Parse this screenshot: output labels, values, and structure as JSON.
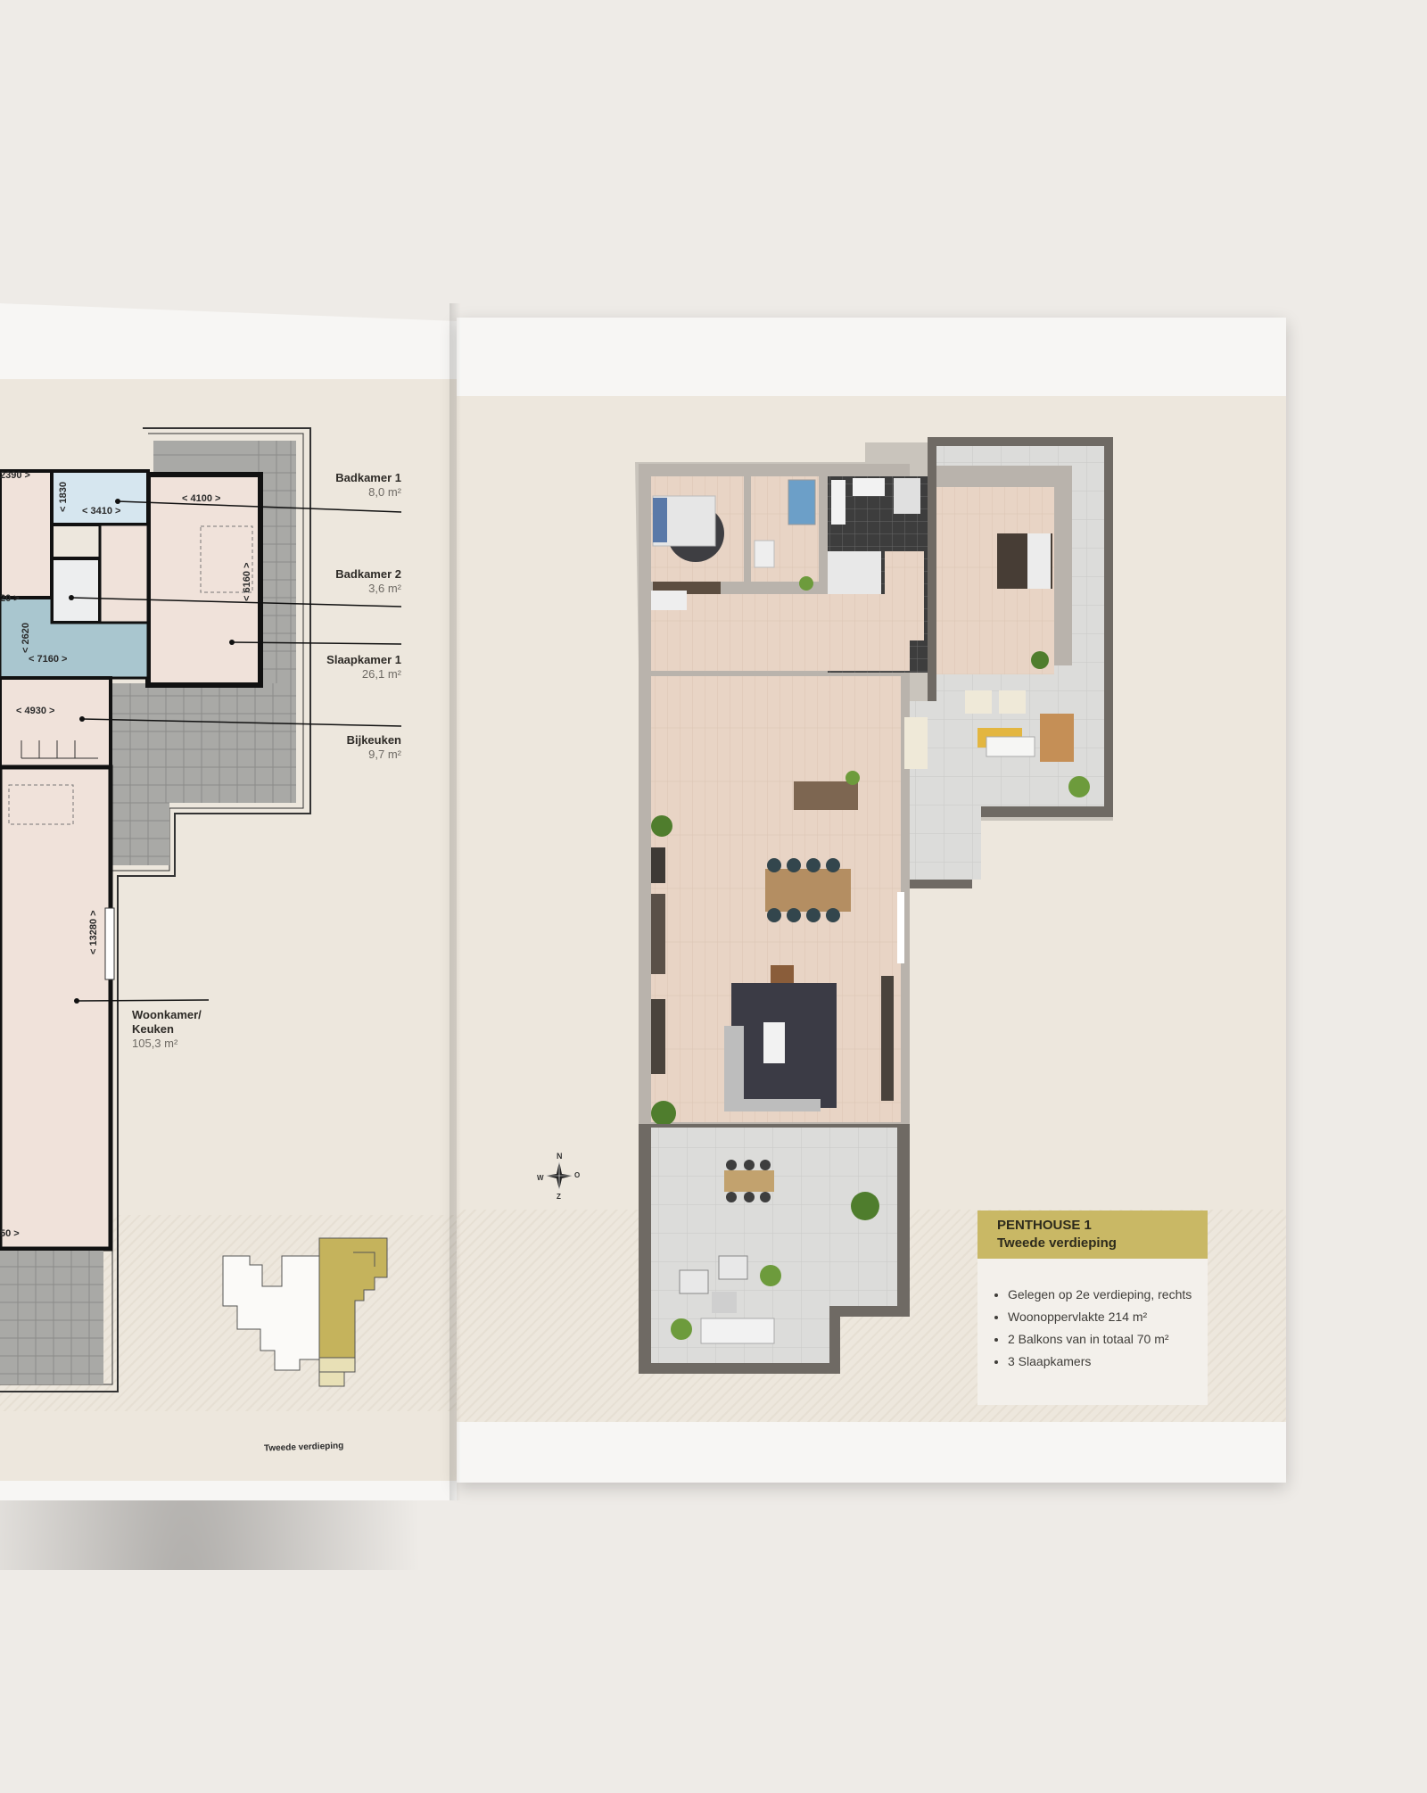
{
  "left_page": {
    "rooms": [
      {
        "name": "Badkamer 1",
        "area": "8,0 m²"
      },
      {
        "name": "Badkamer 2",
        "area": "3,6 m²"
      },
      {
        "name": "Slaapkamer 1",
        "area": "26,1 m²"
      },
      {
        "name": "Bijkeuken",
        "area": "9,7 m²"
      },
      {
        "name": "Woonkamer/",
        "name2": "Keuken",
        "area": "105,3 m²"
      }
    ],
    "dimensions": {
      "d2390": "2390 >",
      "d1830": "< 1830",
      "d3410": "< 3410 >",
      "d4100": "< 4100 >",
      "d6160": "< 6160 >",
      "d2620": "< 2620",
      "d20": "20 >",
      "d7160": "< 7160 >",
      "d4930": "< 4930 >",
      "d13280": "< 13280 >",
      "d50": "50 >"
    },
    "footer": "Tweede verdieping"
  },
  "right_page": {
    "info": {
      "title": "PENTHOUSE 1",
      "subtitle": "Tweede verdieping",
      "bullets": [
        "Gelegen op 2e verdieping, rechts",
        "Woonoppervlakte 214 m²",
        "2 Balkons van in totaal 70 m²",
        "3 Slaapkamers"
      ]
    },
    "compass": {
      "n": "N",
      "o": "O",
      "z": "Z",
      "w": "W"
    }
  },
  "colors": {
    "accent_gold": "#c9b865",
    "floor_wood": "#e7d3c4",
    "wall_grey": "#6f6a64",
    "terrace_tile": "#d9d9d7",
    "blue_zone": "#a9c6cf"
  }
}
